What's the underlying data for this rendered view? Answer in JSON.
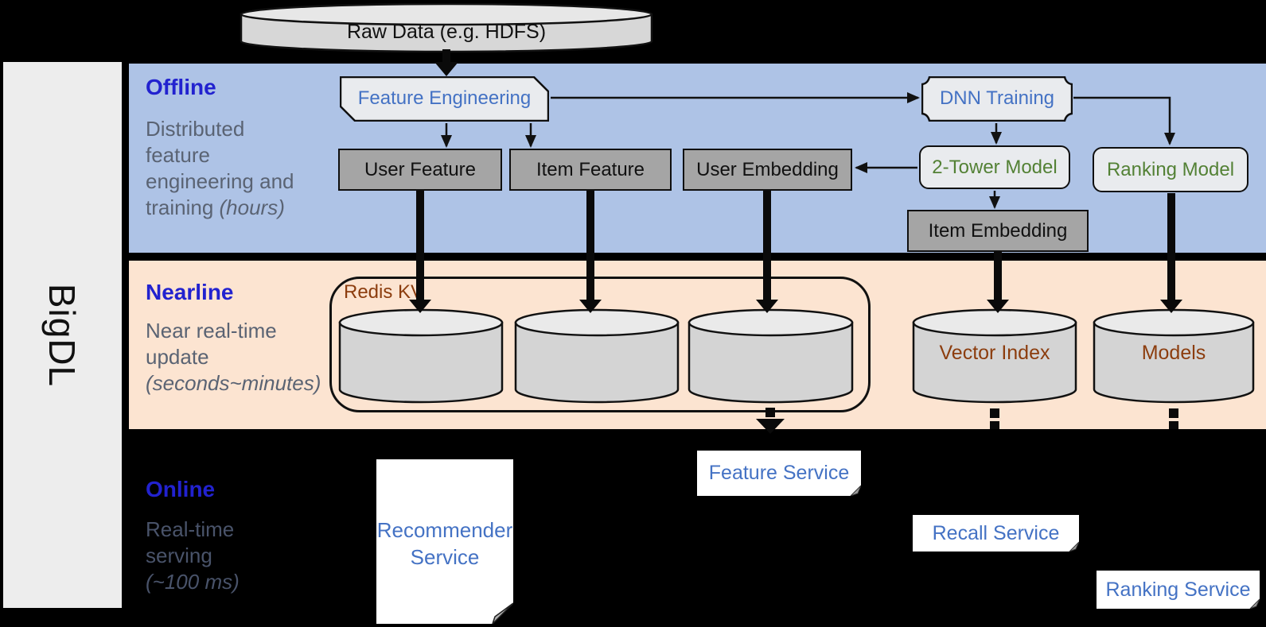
{
  "brand": "BigDL",
  "raw_data": {
    "label": "Raw Data (e.g. HDFS)"
  },
  "sections": {
    "offline": {
      "title": "Offline",
      "lines": [
        "Distributed",
        "feature",
        "engineering and"
      ],
      "last_line_normal": "training ",
      "last_line_italic": "(hours)"
    },
    "nearline": {
      "title": "Nearline",
      "lines": [
        "Near real-time",
        "update"
      ],
      "last_line_normal": "",
      "last_line_italic": "(seconds~minutes)"
    },
    "online": {
      "title": "Online",
      "lines": [
        "Real-time",
        "serving"
      ],
      "last_line_normal": "",
      "last_line_italic": "(~100 ms)"
    }
  },
  "nodes": {
    "feature_engineering": "Feature Engineering",
    "dnn_training": "DNN Training",
    "user_feature": "User Feature",
    "item_feature": "Item Feature",
    "user_embedding": "User Embedding",
    "two_tower_model": "2-Tower Model",
    "ranking_model": "Ranking Model",
    "item_embedding": "Item Embedding",
    "redis_kv": "Redis KV",
    "vector_index": "Vector Index",
    "models": "Models",
    "feature_service": "Feature Service",
    "recall_service": "Recall Service",
    "ranking_service": "Ranking Service",
    "recommender_service_line1": "Recommender",
    "recommender_service_line2": "Service"
  },
  "colors": {
    "offline_band": "#aec3e6",
    "nearline_band": "#fce4d1",
    "background": "#000000",
    "section_title_blue": "#2222cf",
    "section_subtitle_gray": "#5a6373",
    "node_text_blue": "#4472c4",
    "node_text_green": "#538135",
    "db_text_brown": "#8c3d0e",
    "gray_box_fill": "#a5a5a5",
    "light_shape_fill": "#e9ebee"
  }
}
